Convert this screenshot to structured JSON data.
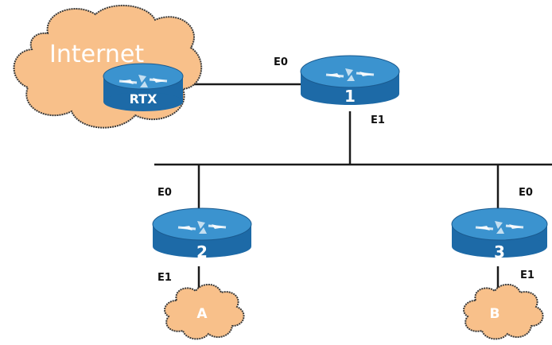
{
  "clouds": {
    "internet": {
      "label": "Internet"
    },
    "a": {
      "label": "A"
    },
    "b": {
      "label": "B"
    }
  },
  "routers": {
    "rtx": {
      "label": "RTX"
    },
    "r1": {
      "label": "1",
      "ports": {
        "e0": "E0",
        "e1": "E1"
      }
    },
    "r2": {
      "label": "2",
      "ports": {
        "e0": "E0",
        "e1": "E1"
      }
    },
    "r3": {
      "label": "3",
      "ports": {
        "e0": "E0",
        "e1": "E1"
      }
    }
  },
  "colors": {
    "cloud_fill": "#f8c08a",
    "router_top": "#2f88c6",
    "router_side": "#1d6aa7",
    "wire": "#1a1a1a"
  },
  "icons": {
    "router": "router-icon",
    "cloud": "cloud-icon"
  }
}
